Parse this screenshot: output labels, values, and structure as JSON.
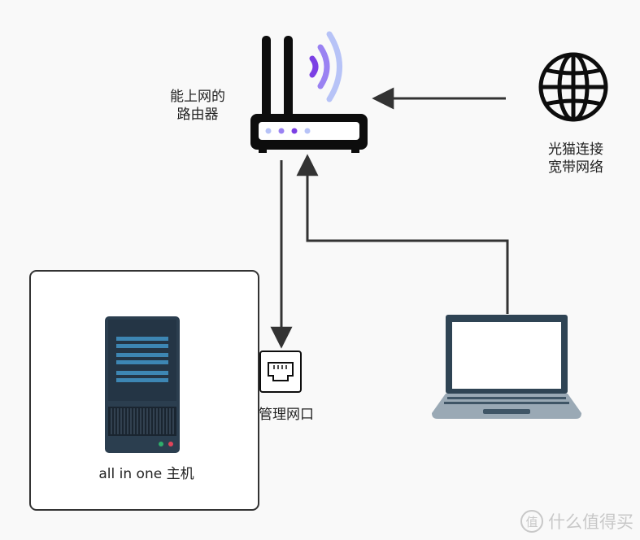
{
  "labels": {
    "router_line1": "能上网的",
    "router_line2": "路由器",
    "modem_line1": "光猫连接",
    "modem_line2": "宽带网络",
    "port": "管理网口",
    "host": "all in one 主机"
  },
  "watermark": {
    "icon_char": "值",
    "text": "什么值得买"
  },
  "colors": {
    "background": "#f9f9f9",
    "line": "#333333",
    "router_body": "#0d0d0d",
    "wifi_waves": [
      "#7b3fe4",
      "#9a82f2",
      "#b7c3f7"
    ],
    "server_body": "#2b3e4f",
    "server_stripes": "#3d86b3",
    "laptop_frame": "#2f4454",
    "laptop_keyboard": "#9aa9b5"
  },
  "icons": [
    "router-icon",
    "globe-icon",
    "server-icon",
    "ethernet-port-icon",
    "laptop-icon",
    "watermark-logo-icon"
  ]
}
